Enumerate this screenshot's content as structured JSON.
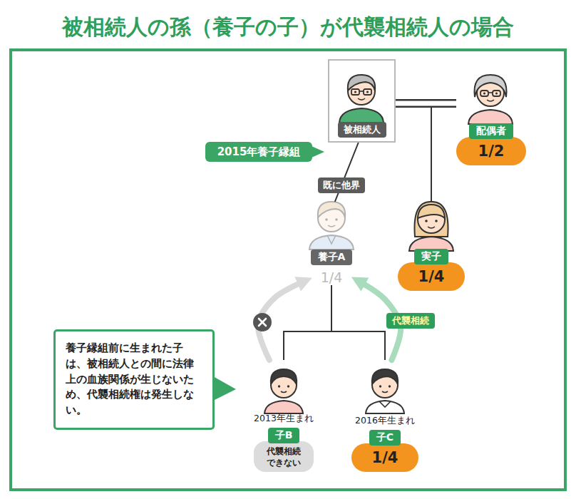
{
  "diagram": {
    "title": "被相続人の孫（養子の子）が代襲相続人の場合",
    "nodes": [
      {
        "text": [
          "被相続人"
        ]
      },
      {
        "text": [
          "配偶者",
          "1/2"
        ]
      },
      {
        "text": [
          "2015年養子縁組"
        ]
      },
      {
        "text": [
          "養子A",
          "1/4"
        ]
      },
      {
        "text": [
          "実子",
          "1/4"
        ]
      },
      {
        "text": [
          "養子縁組前に生まれた子は、被相続人との間に法律上の血族関係が生じないため、代襲相続権は発生しない。"
        ]
      },
      {
        "text": [
          "2013年生まれ",
          "子B",
          "代襲相続できない"
        ]
      },
      {
        "text": [
          "2016年生まれ",
          "子C",
          "1/4"
        ]
      }
    ],
    "edges": [
      {
        "from": 0,
        "to": 1,
        "arrow": "none"
      },
      {
        "from": 0,
        "to": 4,
        "arrow": "none"
      },
      {
        "from": 1,
        "to": 4,
        "arrow": "none"
      },
      {
        "from": 0,
        "to": 3,
        "label": "既に他界",
        "arrow": "none"
      },
      {
        "from": 3,
        "to": 6,
        "arrow": "none"
      },
      {
        "from": 3,
        "to": 7,
        "arrow": "none"
      },
      {
        "from": 6,
        "to": 3,
        "arrow": "to"
      },
      {
        "from": 7,
        "to": 3,
        "label": "代襲相続",
        "arrow": "to"
      }
    ]
  }
}
